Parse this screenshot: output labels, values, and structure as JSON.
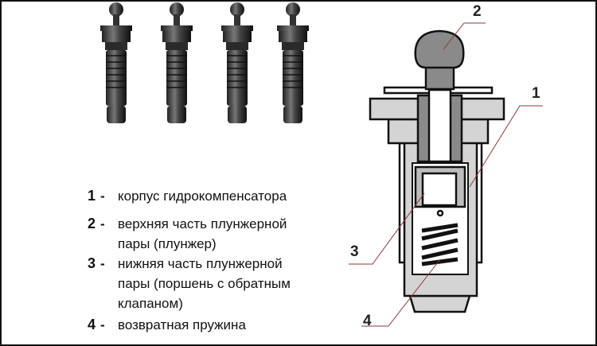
{
  "legend": [
    {
      "num": "1",
      "lines": [
        "корпус гидрокомпенсатора"
      ]
    },
    {
      "num": "2",
      "lines": [
        "верхняя часть плунжерной",
        "пары (плунжер)"
      ]
    },
    {
      "num": "3",
      "lines": [
        "нижняя часть плунжерной",
        "пары (поршень с обратным",
        "клапаном)"
      ]
    },
    {
      "num": "4",
      "lines": [
        "возвратная пружина"
      ]
    }
  ],
  "separator": "-",
  "callouts": {
    "c1": "1",
    "c2": "2",
    "c3": "3",
    "c4": "4"
  },
  "colors": {
    "leader": "#8a3a3a",
    "body": "#d4d4d4",
    "plunger": "#8a8a8a"
  }
}
